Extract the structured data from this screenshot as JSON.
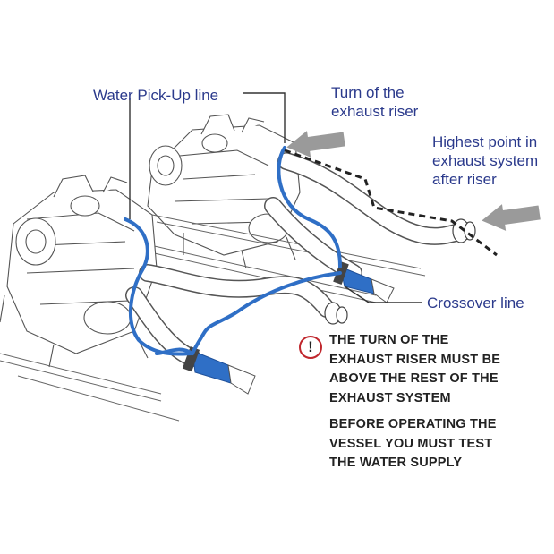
{
  "labels": {
    "water_pickup": "Water Pick-Up line",
    "turn_riser": "Turn of the\nexhaust riser",
    "highest_point": "Highest point in\nexhaust system\nafter riser",
    "crossover": "Crossover line"
  },
  "warning": {
    "icon": "exclamation-warning-icon",
    "line1": "THE TURN OF THE\nEXHAUST RISER MUST BE\nABOVE THE REST OF THE\nEXHAUST SYSTEM",
    "line2": "BEFORE OPERATING THE\nVESSEL YOU MUST TEST\nTHE WATER SUPPLY"
  },
  "colors": {
    "label_text": "#2b3a8c",
    "water_line": "#2f6fc6",
    "warning_ring": "#c0272d",
    "arrow": "#9a9a9a"
  }
}
